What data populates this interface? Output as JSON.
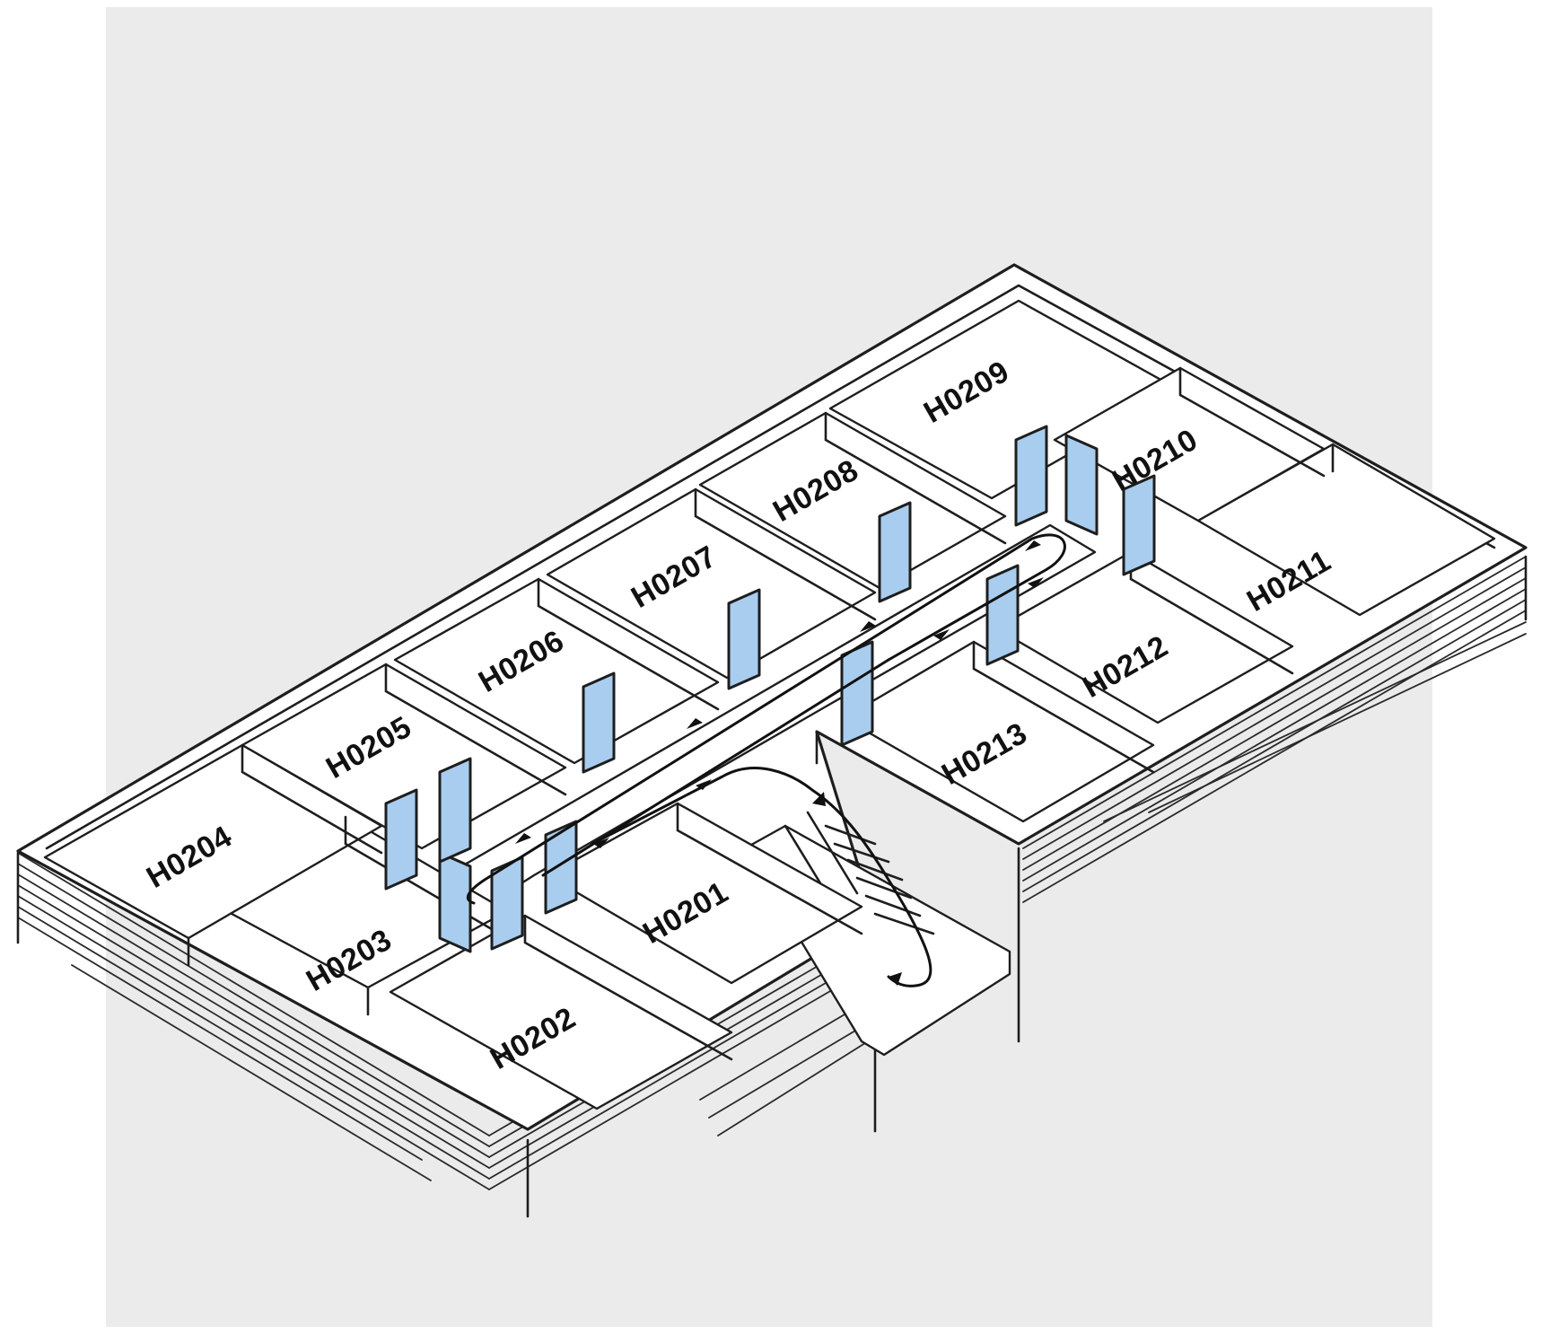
{
  "colors": {
    "background": "#ebebeb",
    "floor": "#ffffff",
    "door": "#a9cdee",
    "line": "#1e1e1e"
  },
  "rooms": [
    {
      "id": "H0201"
    },
    {
      "id": "H0202"
    },
    {
      "id": "H0203"
    },
    {
      "id": "H0204"
    },
    {
      "id": "H0205"
    },
    {
      "id": "H0206"
    },
    {
      "id": "H0207"
    },
    {
      "id": "H0208"
    },
    {
      "id": "H0209"
    },
    {
      "id": "H0210"
    },
    {
      "id": "H0211"
    },
    {
      "id": "H0212"
    },
    {
      "id": "H0213"
    }
  ]
}
